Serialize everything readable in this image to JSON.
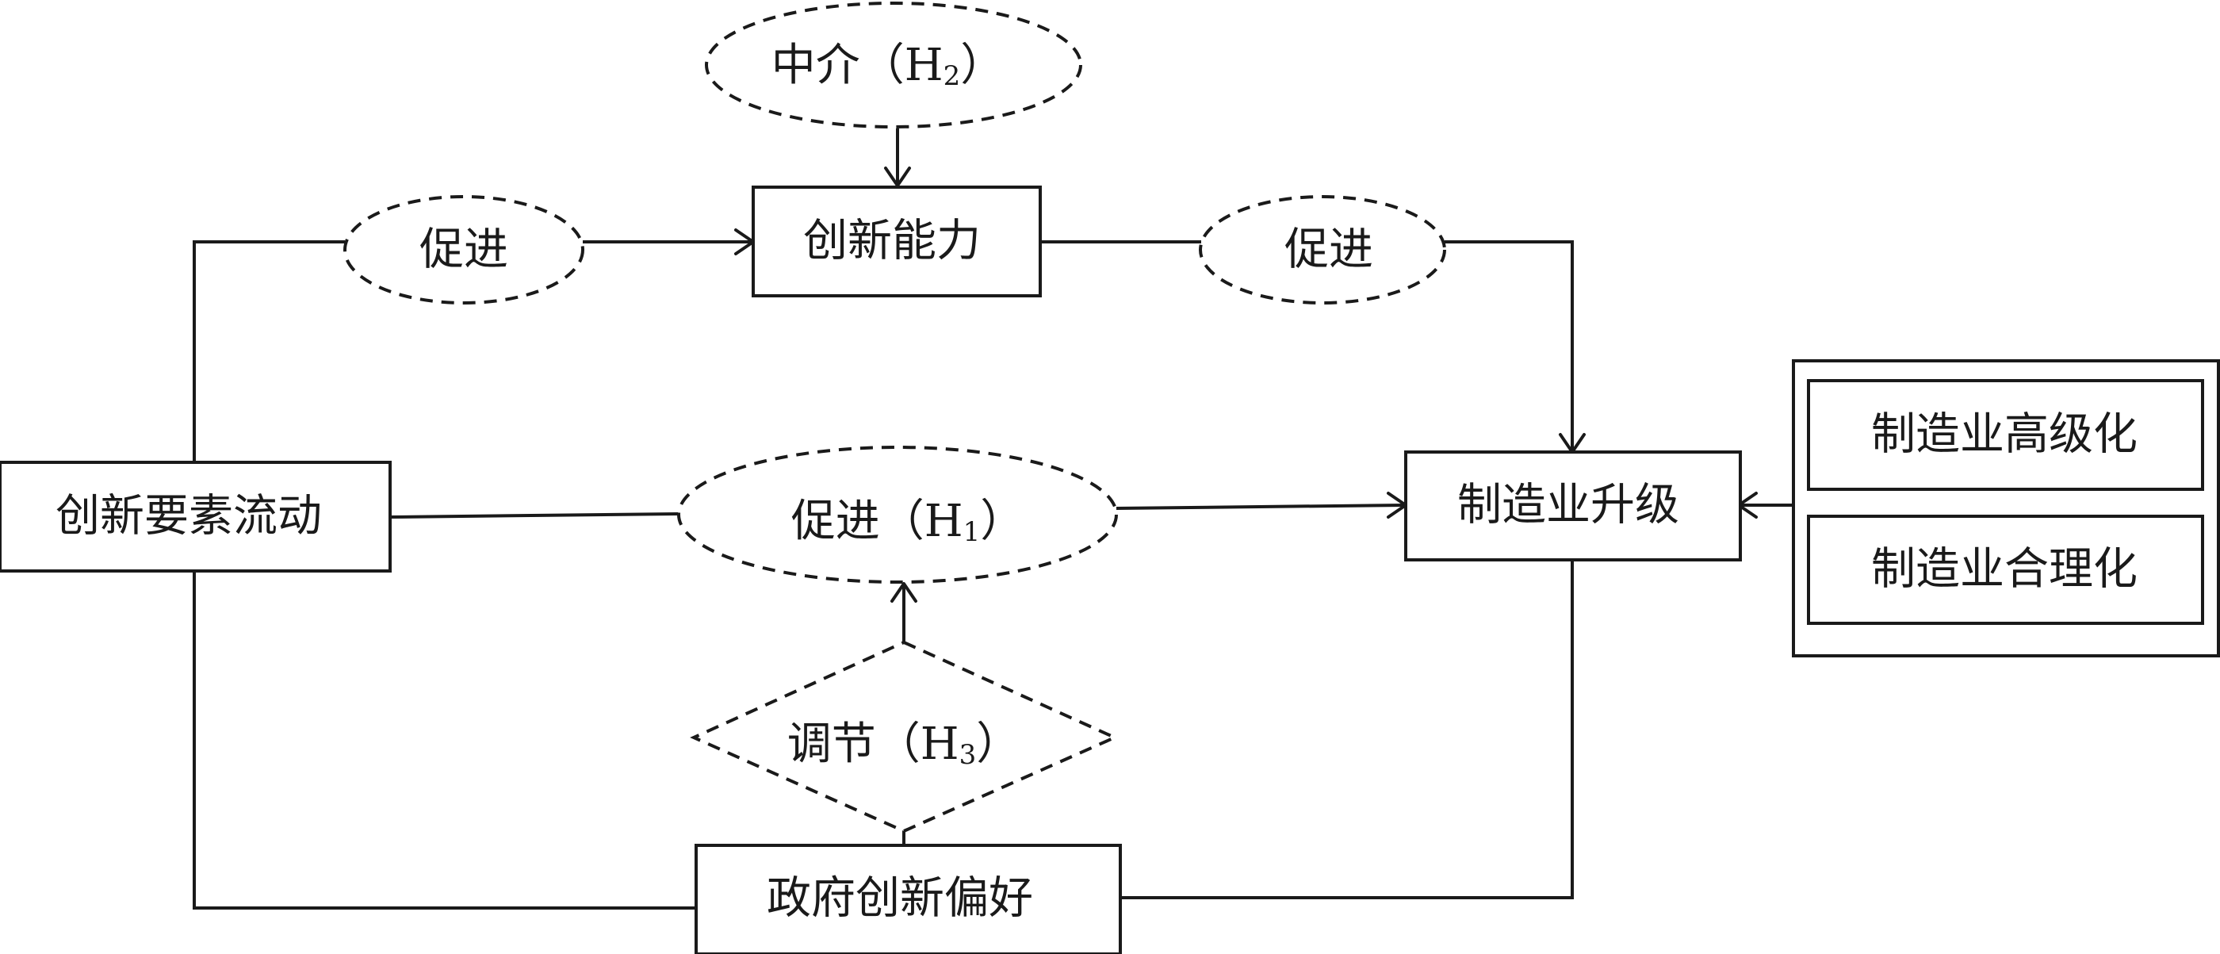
{
  "nodes": {
    "innovation_factor_flow": "创新要素流动",
    "innovation_capability": "创新能力",
    "manufacturing_upgrade": "制造业升级",
    "gov_innovation_preference": "政府创新偏好",
    "manufacturing_advanced": "制造业高级化",
    "manufacturing_rational": "制造业合理化"
  },
  "relations": {
    "promote_left": "促进",
    "promote_right": "促进",
    "promote_h1": {
      "label": "促进（",
      "h": "H",
      "sub": "1",
      "close": "）"
    },
    "mediate_h2": {
      "label": "中介（",
      "h": "H",
      "sub": "2",
      "close": "）"
    },
    "moderate_h3": {
      "label": "调节（",
      "h": "H",
      "sub": "3",
      "close": "）"
    }
  }
}
